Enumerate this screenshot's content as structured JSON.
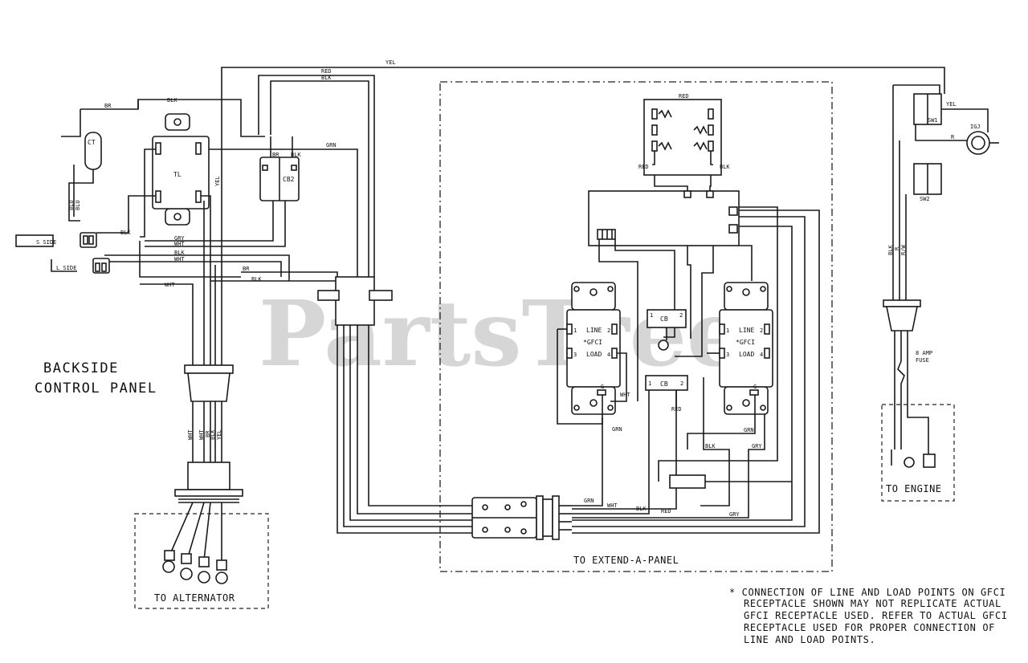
{
  "watermark": "PartsTree",
  "labels": {
    "backside_line1": "BACKSIDE",
    "backside_line2": "CONTROL PANEL",
    "to_alternator": "TO ALTERNATOR",
    "to_extend_a_panel": "TO EXTEND-A-PANEL",
    "to_engine": "TO ENGINE"
  },
  "components": {
    "ct": "CT",
    "tl": "TL",
    "cb2": "CB2",
    "sw1": "SW1",
    "sw2": "SW2",
    "igj": "IGJ",
    "cb_left": "CB",
    "cb_bottom": "CB",
    "s_side": "S SIDE",
    "l_side": "L SIDE",
    "fuse_line1": "8 AMP",
    "fuse_line2": "FUSE",
    "line": "LINE",
    "load": "LOAD",
    "gfci": "*GFCI",
    "g": "G",
    "n1": "1",
    "n2": "2",
    "n3": "3",
    "n4": "4"
  },
  "wires": {
    "yel": "YEL",
    "red": "RED",
    "blk": "BLK",
    "br": "BR",
    "grn": "GRN",
    "gry": "GRY",
    "wht": "WHT",
    "blu": "BLU",
    "r": "R",
    "rw": "R/W"
  },
  "note": {
    "line1": "* CONNECTION OF LINE AND LOAD POINTS  ON GFCI",
    "line2": "RECEPTACLE SHOWN MAY NOT REPLICATE ACTUAL",
    "line3": "GFCI RECEPTACLE USED.  REFER TO ACTUAL GFCI",
    "line4": "RECEPTACLE USED FOR PROPER CONNECTION OF",
    "line5": "LINE AND LOAD POINTS."
  }
}
